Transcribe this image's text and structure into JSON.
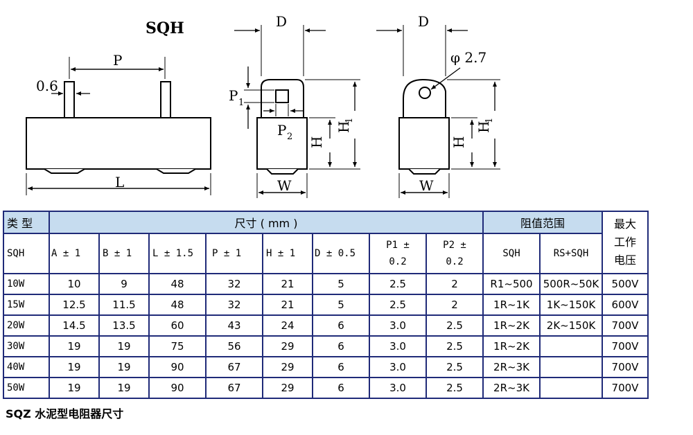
{
  "diagram": {
    "title": "SQH",
    "front": {
      "pin_width": "0.6",
      "pitch": "P",
      "length": "L"
    },
    "side": {
      "depth": "D",
      "p1": "P",
      "p1_sub": "1",
      "p2": "P",
      "p2_sub": "2",
      "height": "H",
      "height1": "H",
      "height1_sub": "1",
      "width": "W"
    },
    "side2": {
      "depth": "D",
      "hole": "φ 2.7",
      "height": "H",
      "height1": "H",
      "height1_sub": "1",
      "width": "W"
    }
  },
  "table": {
    "header": {
      "type": "类 型",
      "size": "尺寸 ( mm )",
      "resistance": "阻值范围",
      "voltage_lines": [
        "最大",
        "工作",
        "电压"
      ]
    },
    "subheader": {
      "model": "SQH",
      "cols": [
        "A ± 1",
        "B ± 1",
        "L ± 1.5",
        "P ± 1",
        "H ± 1",
        "D ± 0.5"
      ],
      "p1_line1": "P1 ±",
      "p1_line2": "0.2",
      "p2_line1": "P2 ±",
      "p2_line2": "0.2",
      "res_sqh": "SQH",
      "res_rs": "RS+SQH"
    },
    "rows": [
      {
        "type": "10W",
        "a": "10",
        "b": "9",
        "l": "48",
        "p": "32",
        "h": "21",
        "d": "5",
        "p1": "2.5",
        "p2": "2",
        "sqh": "R1~500",
        "rs": "500R~50K",
        "v": "500V"
      },
      {
        "type": "15W",
        "a": "12.5",
        "b": "11.5",
        "l": "48",
        "p": "32",
        "h": "21",
        "d": "5",
        "p1": "2.5",
        "p2": "2",
        "sqh": "1R~1K",
        "rs": "1K~150K",
        "v": "600V"
      },
      {
        "type": "20W",
        "a": "14.5",
        "b": "13.5",
        "l": "60",
        "p": "43",
        "h": "24",
        "d": "6",
        "p1": "3.0",
        "p2": "2.5",
        "sqh": "1R~2K",
        "rs": "2K~150K",
        "v": "700V"
      },
      {
        "type": "30W",
        "a": "19",
        "b": "19",
        "l": "75",
        "p": "56",
        "h": "29",
        "d": "6",
        "p1": "3.0",
        "p2": "2.5",
        "sqh": "1R~2K",
        "rs": "",
        "v": "700V"
      },
      {
        "type": "40W",
        "a": "19",
        "b": "19",
        "l": "90",
        "p": "67",
        "h": "29",
        "d": "6",
        "p1": "3.0",
        "p2": "2.5",
        "sqh": "2R~3K",
        "rs": "",
        "v": "700V"
      },
      {
        "type": "50W",
        "a": "19",
        "b": "19",
        "l": "90",
        "p": "67",
        "h": "29",
        "d": "6",
        "p1": "3.0",
        "p2": "2.5",
        "sqh": "2R~3K",
        "rs": "",
        "v": "700V"
      }
    ]
  },
  "caption": "SQZ 水泥型电阻器尺寸"
}
